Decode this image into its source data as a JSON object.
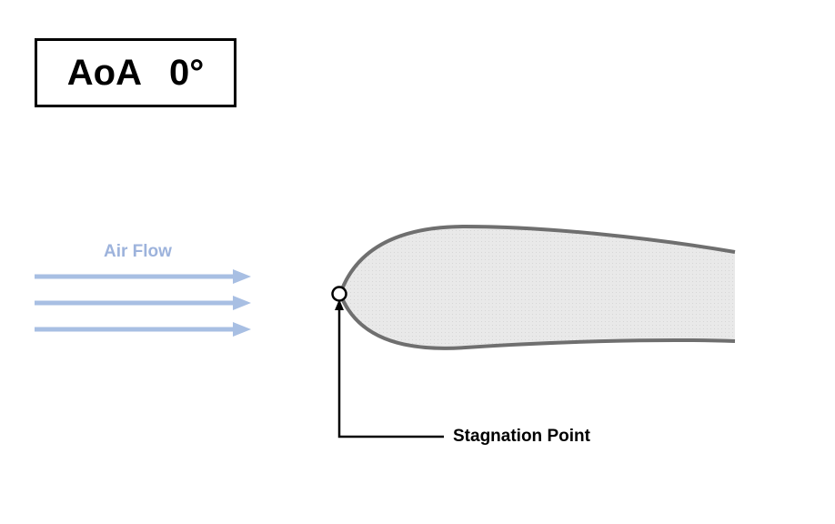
{
  "aoa": {
    "label": "AoA",
    "value": "0°"
  },
  "airflow": {
    "label": "Air Flow",
    "arrow_count": 3,
    "color": "#a8bfe3"
  },
  "airfoil": {
    "fill": "#e8e8e8",
    "stroke": "#6f6f6f"
  },
  "stagnation": {
    "label": "Stagnation Point"
  }
}
